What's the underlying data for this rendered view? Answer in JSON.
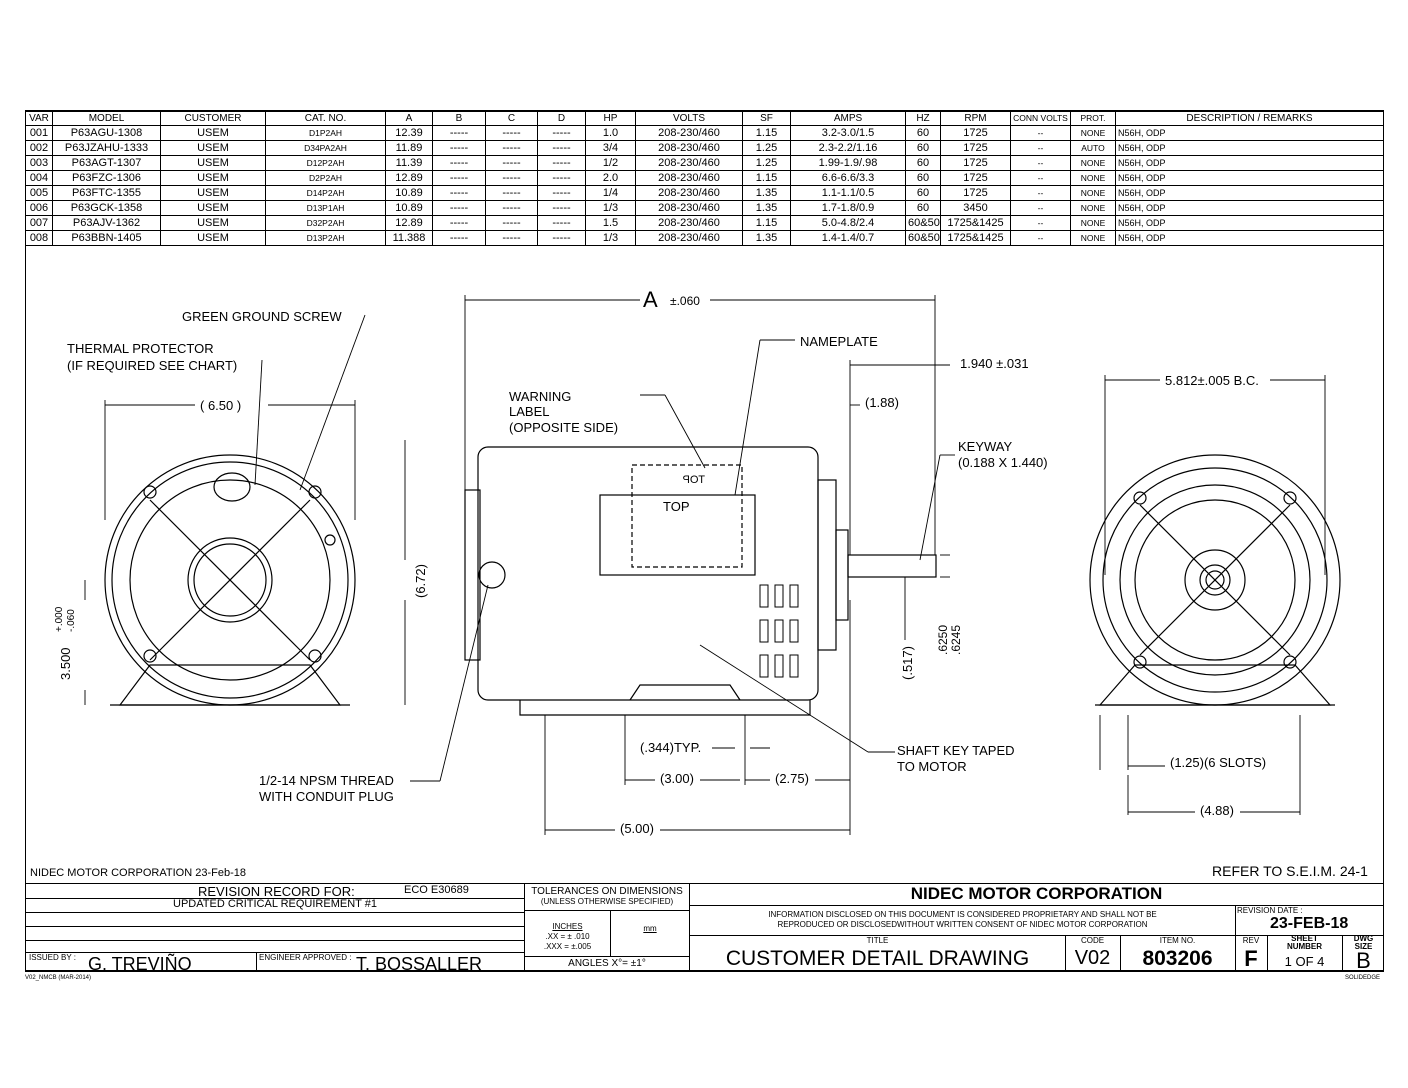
{
  "spec_table": {
    "headers": [
      "VAR",
      "MODEL",
      "CUSTOMER",
      "CAT. NO.",
      "A",
      "B",
      "C",
      "D",
      "HP",
      "VOLTS",
      "SF",
      "AMPS",
      "HZ",
      "RPM",
      "CONN VOLTS",
      "PROT.",
      "DESCRIPTION / REMARKS"
    ],
    "rows": [
      [
        "001",
        "P63AGU-1308",
        "USEM",
        "D1P2AH",
        "12.39",
        "-----",
        "-----",
        "-----",
        "1.0",
        "208-230/460",
        "1.15",
        "3.2-3.0/1.5",
        "60",
        "1725",
        "--",
        "NONE",
        "N56H, ODP"
      ],
      [
        "002",
        "P63JZAHU-1333",
        "USEM",
        "D34PA2AH",
        "11.89",
        "-----",
        "-----",
        "-----",
        "3/4",
        "208-230/460",
        "1.25",
        "2.3-2.2/1.16",
        "60",
        "1725",
        "--",
        "AUTO",
        "N56H, ODP"
      ],
      [
        "003",
        "P63AGT-1307",
        "USEM",
        "D12P2AH",
        "11.39",
        "-----",
        "-----",
        "-----",
        "1/2",
        "208-230/460",
        "1.25",
        "1.99-1.9/.98",
        "60",
        "1725",
        "--",
        "NONE",
        "N56H, ODP"
      ],
      [
        "004",
        "P63FZC-1306",
        "USEM",
        "D2P2AH",
        "12.89",
        "-----",
        "-----",
        "-----",
        "2.0",
        "208-230/460",
        "1.15",
        "6.6-6.6/3.3",
        "60",
        "1725",
        "--",
        "NONE",
        "N56H, ODP"
      ],
      [
        "005",
        "P63FTC-1355",
        "USEM",
        "D14P2AH",
        "10.89",
        "-----",
        "-----",
        "-----",
        "1/4",
        "208-230/460",
        "1.35",
        "1.1-1.1/0.5",
        "60",
        "1725",
        "--",
        "NONE",
        "N56H, ODP"
      ],
      [
        "006",
        "P63GCK-1358",
        "USEM",
        "D13P1AH",
        "10.89",
        "-----",
        "-----",
        "-----",
        "1/3",
        "208-230/460",
        "1.35",
        "1.7-1.8/0.9",
        "60",
        "3450",
        "--",
        "NONE",
        "N56H, ODP"
      ],
      [
        "007",
        "P63AJV-1362",
        "USEM",
        "D32P2AH",
        "12.89",
        "-----",
        "-----",
        "-----",
        "1.5",
        "208-230/460",
        "1.15",
        "5.0-4.8/2.4",
        "60&50",
        "1725&1425",
        "--",
        "NONE",
        "N56H, ODP"
      ],
      [
        "008",
        "P63BBN-1405",
        "USEM",
        "D13P2AH",
        "11.388",
        "-----",
        "-----",
        "-----",
        "1/3",
        "208-230/460",
        "1.35",
        "1.4-1.4/0.7",
        "60&50",
        "1725&1425",
        "--",
        "NONE",
        "N56H, ODP"
      ]
    ]
  },
  "labels": {
    "green_ground_screw": "GREEN GROUND SCREW",
    "thermal_protector": "THERMAL PROTECTOR",
    "thermal_note": "(IF REQUIRED SEE CHART)",
    "dim_650": "( 6.50 )",
    "dim_672": "(6.72)",
    "dim_3500": "3.500",
    "tol_3500_plus": "+.000",
    "tol_3500_minus": "-.060",
    "dim_a": "A",
    "dim_a_tol": "±.060",
    "nameplate": "NAMEPLATE",
    "dim_1940": "1.940 ±.031",
    "dim_188": "(1.88)",
    "warning_1": "WARNING",
    "warning_2": "LABEL",
    "warning_3": "(OPPOSITE SIDE)",
    "keyway": "KEYWAY",
    "keyway_size": "(0.188 X 1.440)",
    "top_mirrored": "TOP",
    "top": "TOP",
    "bolt_circle": "5.812±.005 B.C.",
    "shaft_dia_1": ".6250",
    "shaft_dia_2": ".6245",
    "dim_517": "(.517)",
    "dim_344": "(.344)TYP.",
    "shaft_key_1": "SHAFT KEY TAPED",
    "shaft_key_2": "TO MOTOR",
    "dim_300": "(3.00)",
    "dim_275": "(2.75)",
    "npsm_1": "1/2-14 NPSM THREAD",
    "npsm_2": "WITH CONDUIT PLUG",
    "dim_500": "(5.00)",
    "slots": "(1.25)(6 SLOTS)",
    "dim_488": "(4.88)",
    "refer": "REFER TO S.E.I.M. 24-1"
  },
  "title_block": {
    "company_date": "NIDEC MOTOR CORPORATION 23-Feb-18",
    "revision_record_label": "REVISION RECORD FOR:",
    "eco": "ECO E30689",
    "revision_note": "UPDATED CRITICAL REQUIREMENT #1",
    "issued_by_label": "ISSUED BY :",
    "issued_by": "G. TREVIÑO",
    "engineer_label": "ENGINEER APPROVED :",
    "engineer": "T. BOSSALLER",
    "tolerances_title": "TOLERANCES ON DIMENSIONS",
    "tolerances_sub": "(UNLESS OTHERWISE SPECIFIED)",
    "inches": "INCHES",
    "tol_xx": ".XX = ± .010",
    "tol_xxx": ".XXX = ±.005",
    "mm": "mm",
    "angles": "ANGLES  X°= ±1°",
    "company": "NIDEC MOTOR CORPORATION",
    "proprietary_1": "INFORMATION DISCLOSED ON THIS DOCUMENT IS CONSIDERED PROPRIETARY AND SHALL NOT BE",
    "proprietary_2": "REPRODUCED OR DISCLOSEDWITHOUT WRITTEN CONSENT OF NIDEC MOTOR CORPORATION",
    "revision_date_label": "REVISION DATE :",
    "revision_date": "23-FEB-18",
    "title_label": "TITLE",
    "title": "CUSTOMER  DETAIL  DRAWING",
    "code_label": "CODE",
    "code": "V02",
    "item_label": "ITEM NO.",
    "item": "803206",
    "rev_label": "REV",
    "rev": "F",
    "sheet_label_1": "SHEET",
    "sheet_label_2": "NUMBER",
    "sheet": "1  OF  4",
    "dwg_label_1": "DWG",
    "dwg_label_2": "SIZE",
    "dwg_size": "B",
    "form_code": "V02_NMCB (MAR-2014)",
    "software": "SOLIDEDGE"
  }
}
